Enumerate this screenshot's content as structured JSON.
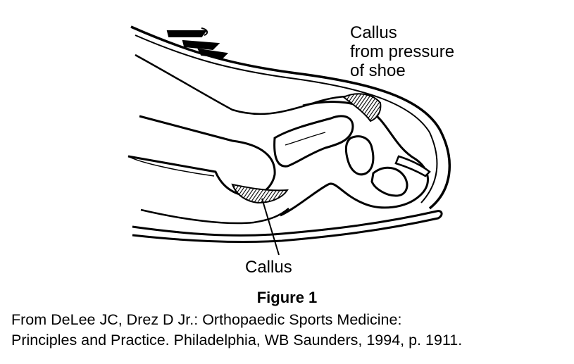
{
  "diagram": {
    "label_top": [
      "Callus",
      "from pressure",
      "of shoe"
    ],
    "label_bottom": "Callus"
  },
  "figure": {
    "title": "Figure 1",
    "caption_line1": "From DeLee JC, Drez D Jr.: Orthopaedic Sports Medicine:",
    "caption_line2": "Principles and Practice. Philadelphia, WB Saunders, 1994, p. 1911."
  }
}
